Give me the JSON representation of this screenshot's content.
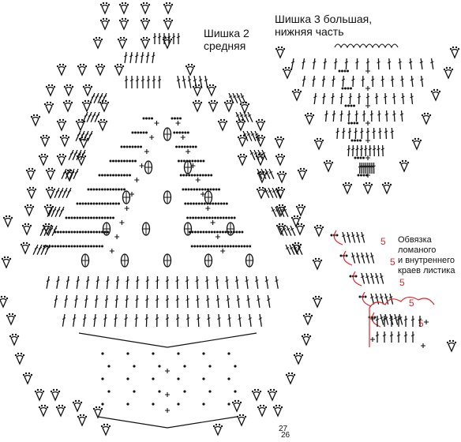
{
  "labels": {
    "cone2_title": [
      "Шишка 2",
      "средняя"
    ],
    "cone3_title": [
      "Шишка 3 большая,",
      "нижняя часть"
    ],
    "edging_note": [
      "Обвязка",
      "ломаного",
      "и внутреннего",
      "краев листика"
    ],
    "page_left": "27",
    "page_right": "26",
    "repeat_mark": "5"
  },
  "colors": {
    "ink": "#111111",
    "accent": "#e0262b"
  },
  "symbols": [
    "picot-loop",
    "double-crochet",
    "half-double-crochet",
    "chain",
    "slip-stitch",
    "bobble",
    "arch"
  ]
}
